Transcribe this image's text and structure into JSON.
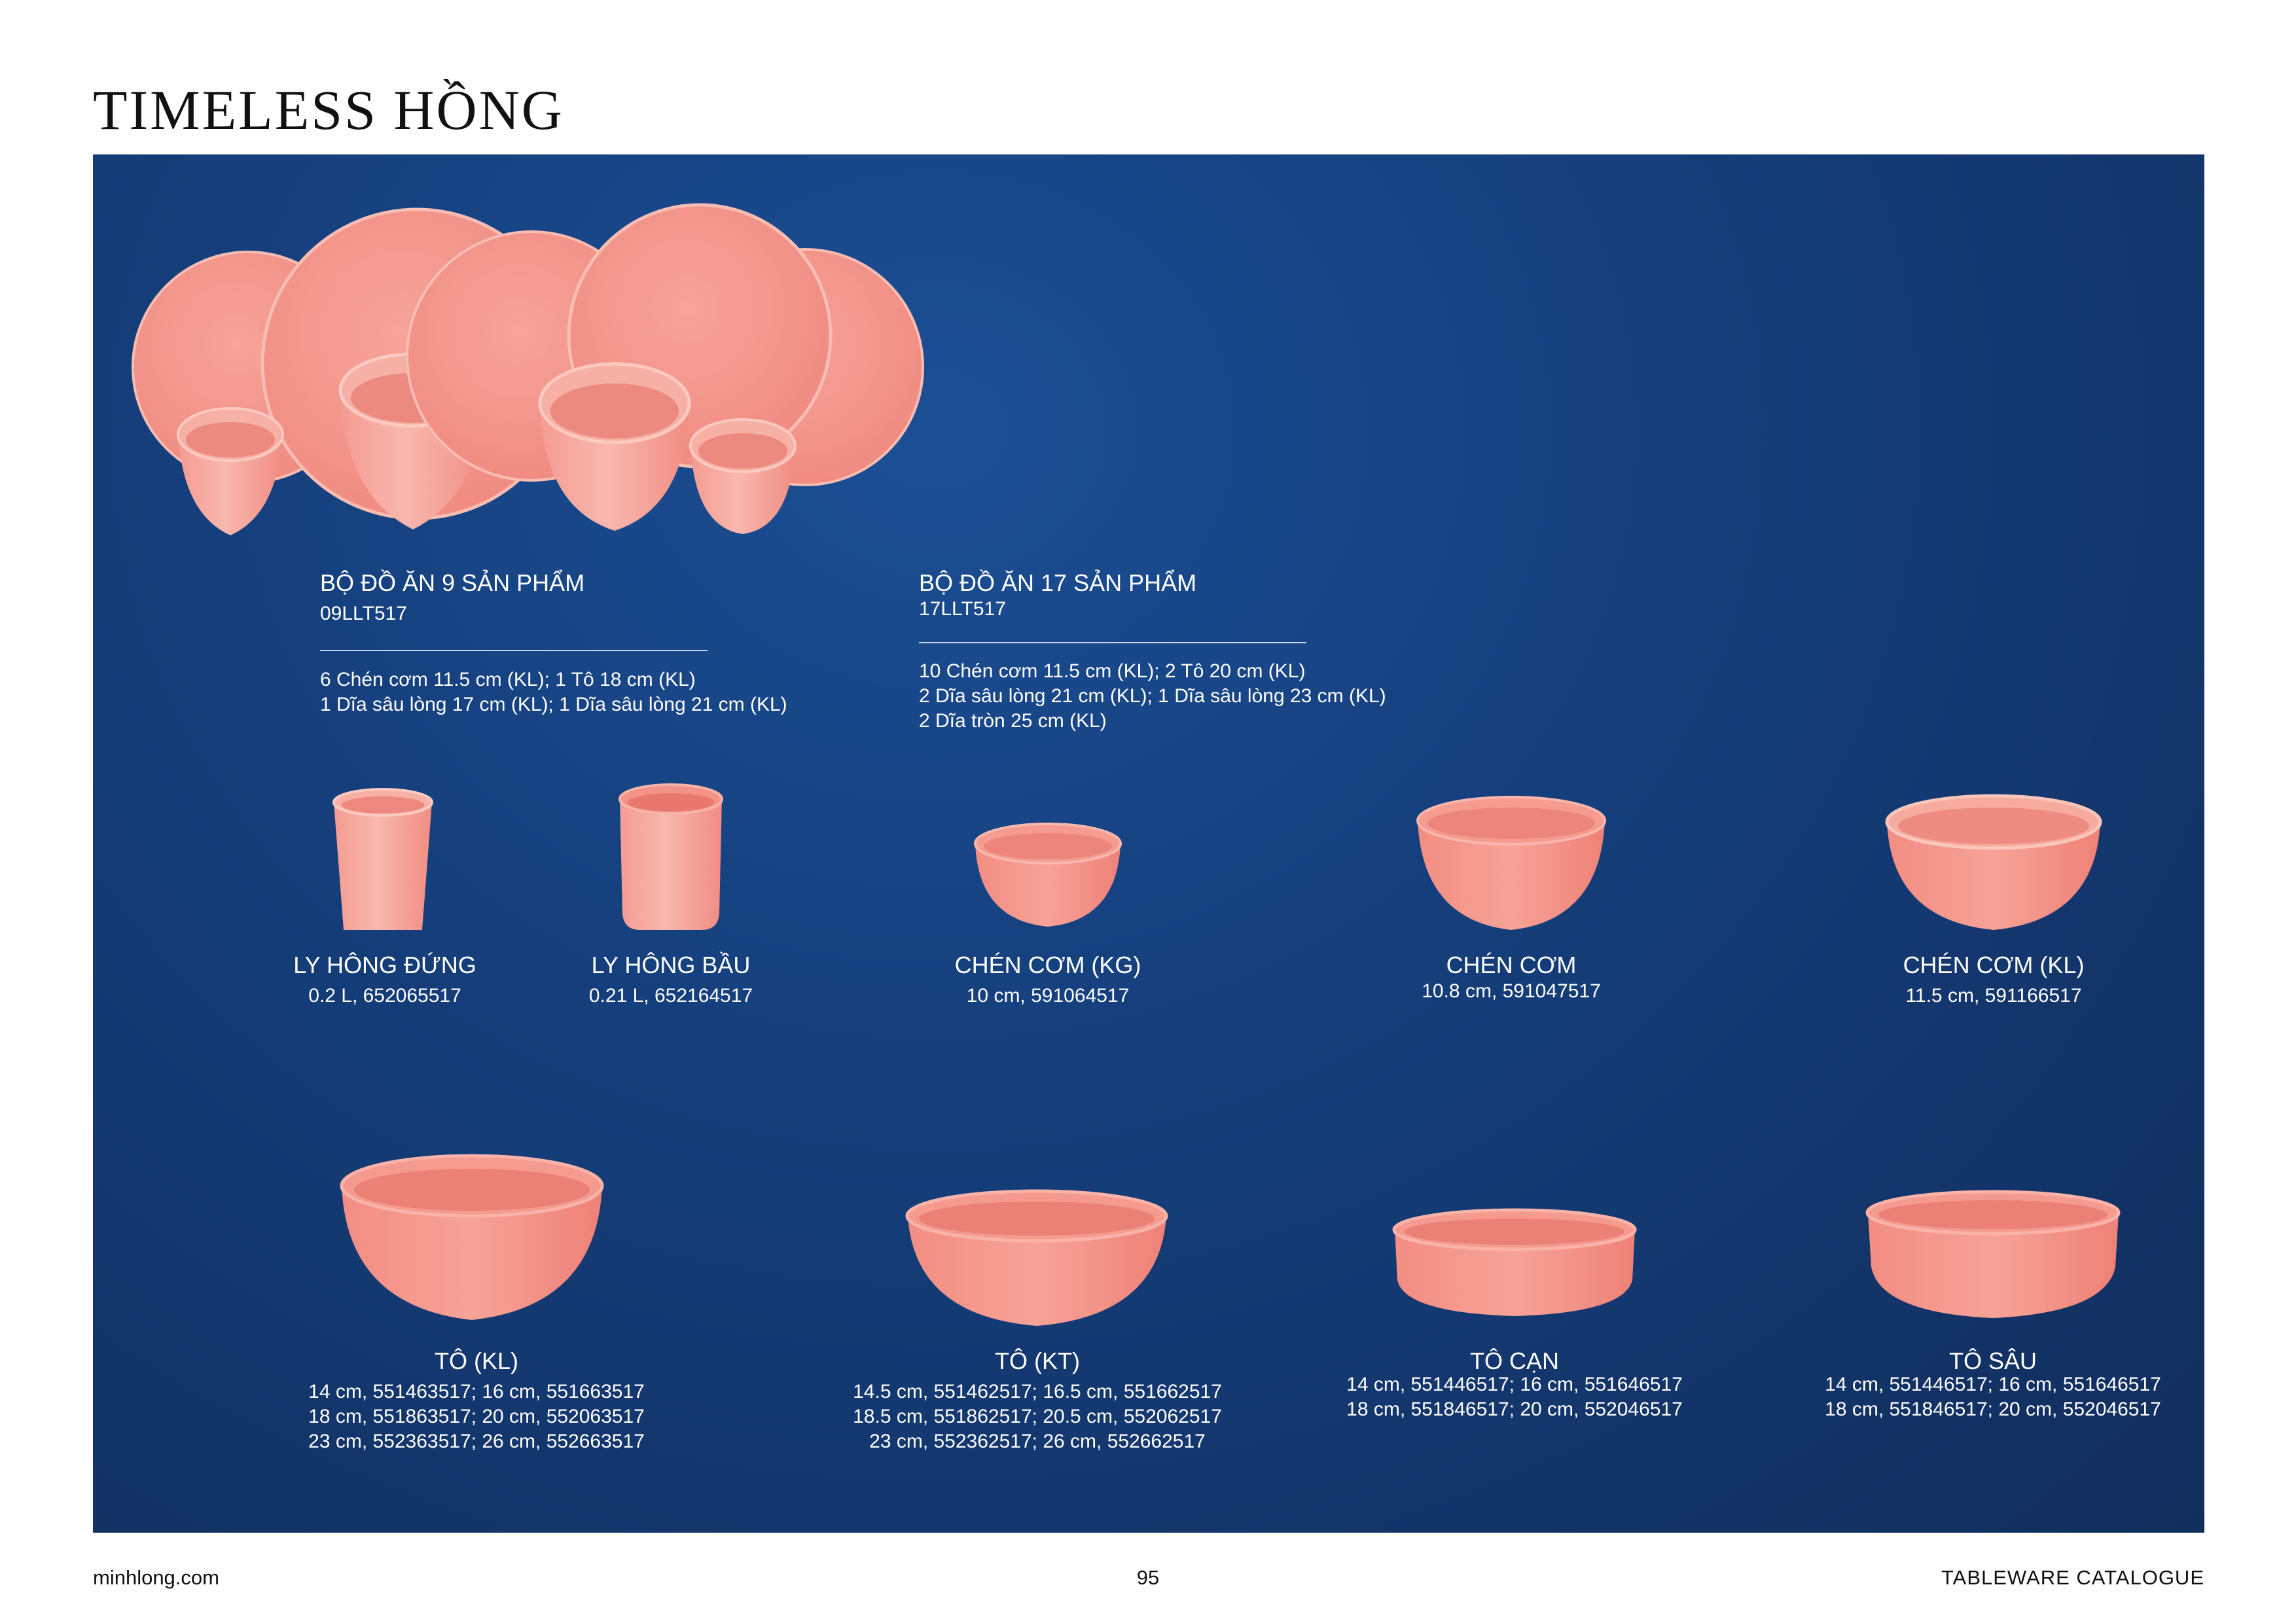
{
  "title": "TIMELESS HỒNG",
  "colors": {
    "panel": "#153f7c",
    "product": "#f3948a",
    "product_light": "#f7b3a9",
    "text": "#ffffff"
  },
  "sets": [
    {
      "name": "BỘ ĐỒ ĂN 9 SẢN PHẨM",
      "code": "09LLT517",
      "lines": [
        "6 Chén cơm 11.5 cm (KL); 1 Tô 18 cm (KL)",
        "1 Dĩa sâu lòng 17 cm (KL); 1 Dĩa sâu lòng 21 cm (KL)"
      ]
    },
    {
      "name": "BỘ ĐỒ ĂN 17 SẢN PHẨM",
      "code": "17LLT517",
      "lines": [
        "10 Chén cơm 11.5 cm (KL); 2 Tô 20 cm (KL)",
        "2 Dĩa sâu lòng 21 cm (KL); 1 Dĩa sâu lòng 23 cm (KL)",
        "2 Dĩa tròn 25 cm (KL)"
      ]
    }
  ],
  "products_row1": [
    {
      "name": "LY HÔNG ĐỨNG",
      "spec": "0.2 L, 652065517"
    },
    {
      "name": "LY HÔNG BẦU",
      "spec": "0.21 L, 652164517"
    },
    {
      "name": "CHÉN CƠM (KG)",
      "spec": "10 cm, 591064517"
    },
    {
      "name": "CHÉN CƠM",
      "spec": "10.8 cm, 591047517"
    },
    {
      "name": "CHÉN CƠM (KL)",
      "spec": "11.5 cm, 591166517"
    }
  ],
  "products_row2": [
    {
      "name": "TÔ (KL)",
      "specs": [
        "14 cm, 551463517; 16 cm, 551663517",
        "18 cm, 551863517; 20 cm, 552063517",
        "23 cm, 552363517; 26 cm, 552663517"
      ]
    },
    {
      "name": "TÔ (KT)",
      "specs": [
        "14.5 cm, 551462517; 16.5 cm, 551662517",
        "18.5 cm, 551862517; 20.5 cm, 552062517",
        "23 cm, 552362517; 26 cm, 552662517"
      ]
    },
    {
      "name": "TÔ CẠN",
      "specs": [
        "14 cm, 551446517; 16 cm, 551646517",
        "18 cm, 551846517; 20 cm, 552046517"
      ]
    },
    {
      "name": "TÔ SÂU",
      "specs": [
        "14 cm, 551446517; 16 cm, 551646517",
        "18 cm, 551846517; 20 cm, 552046517"
      ]
    }
  ],
  "footer": {
    "website": "minhlong.com",
    "page": "95",
    "catalogue": "TABLEWARE CATALOGUE"
  }
}
